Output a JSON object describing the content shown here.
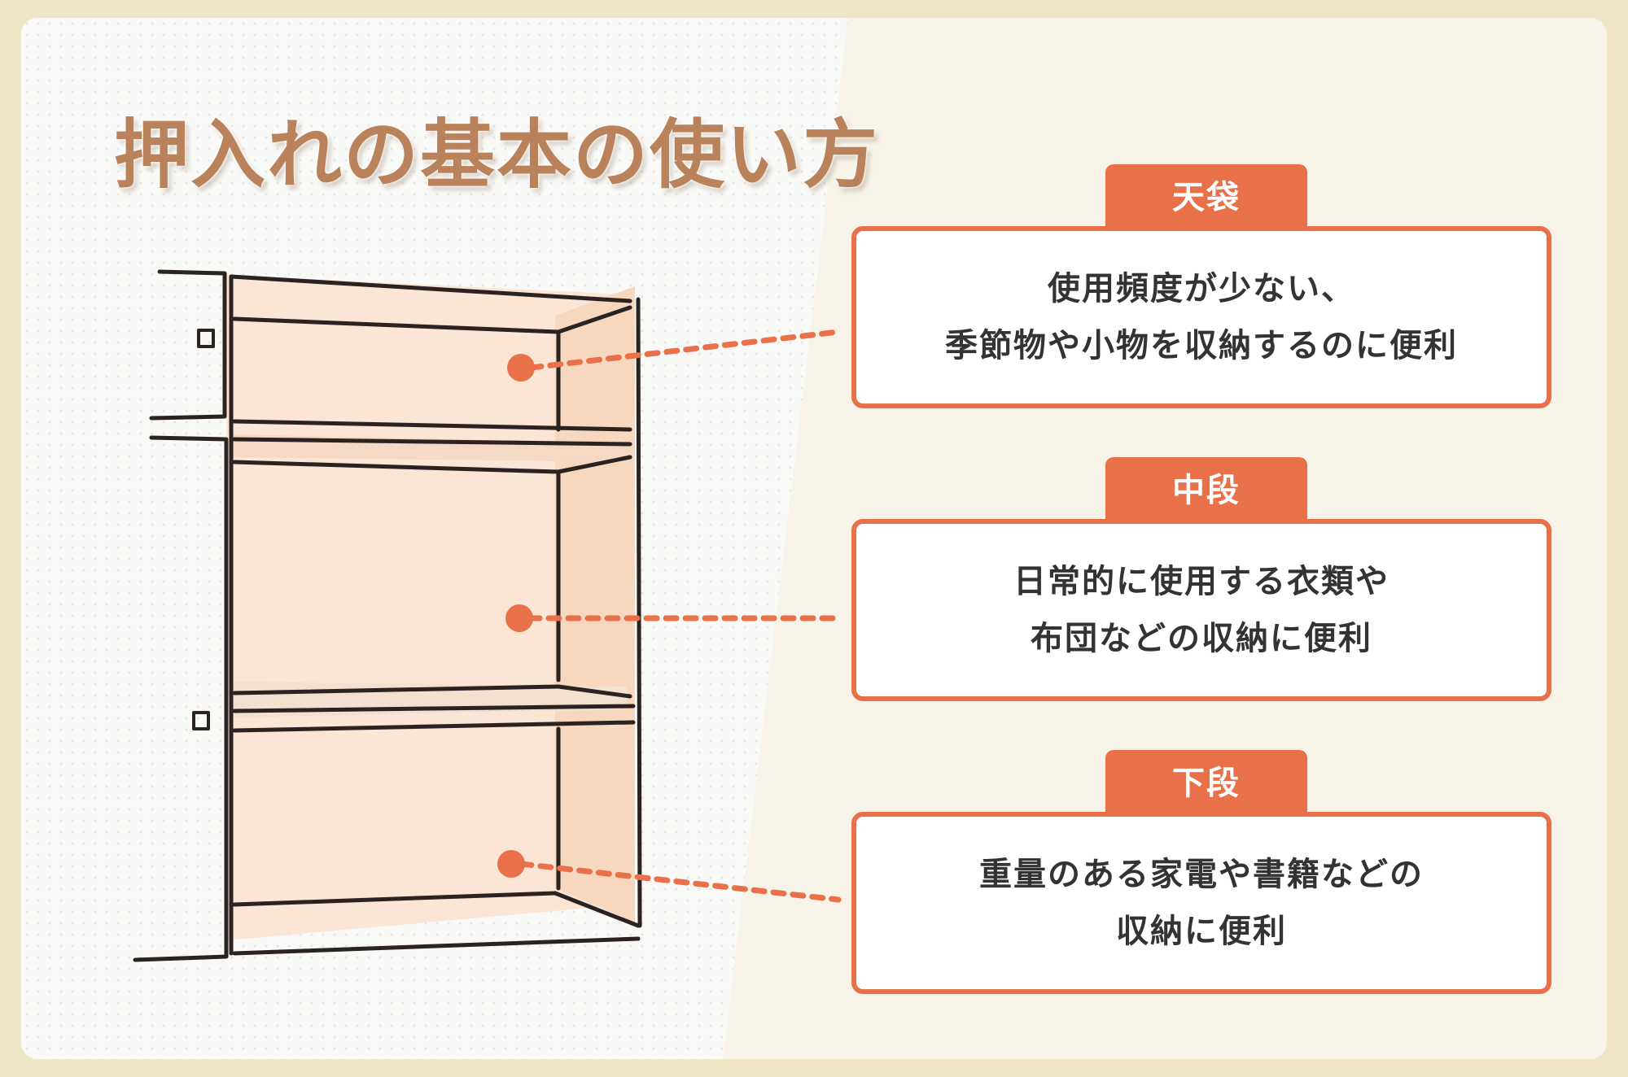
{
  "title": "押入れの基本の使い方",
  "sections": [
    {
      "label": "天袋",
      "lines": [
        "使用頻度が少ない、",
        "季節物や小物を収納するのに便利"
      ]
    },
    {
      "label": "中段",
      "lines": [
        "日常的に使用する衣類や",
        "布団などの収納に便利"
      ]
    },
    {
      "label": "下段",
      "lines": [
        "重量のある家電や書籍などの",
        "収納に便利"
      ]
    }
  ],
  "colors": {
    "accent": "#E8714A",
    "title": "#B9825A",
    "closet_fill": "#FBE6D6",
    "closet_side": "#F7D7BE",
    "outline": "#2A2322"
  }
}
